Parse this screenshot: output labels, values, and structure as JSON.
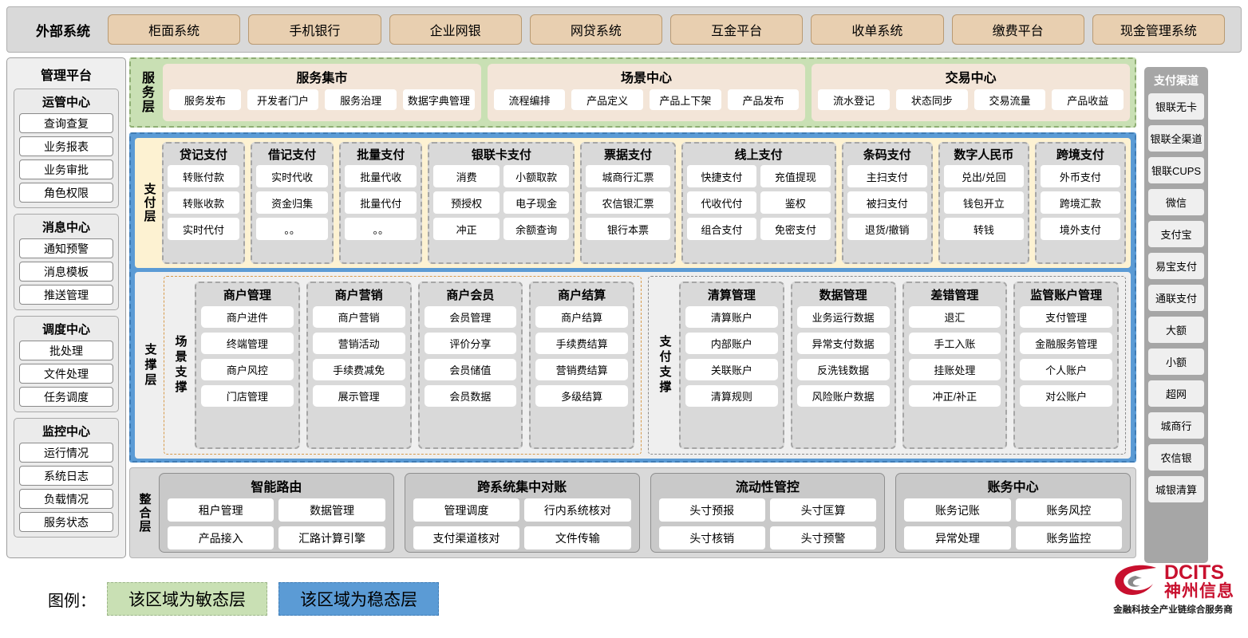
{
  "external": {
    "title": "外部系统",
    "items": [
      "柜面系统",
      "手机银行",
      "企业网银",
      "网贷系统",
      "互金平台",
      "收单系统",
      "缴费平台",
      "现金管理系统"
    ]
  },
  "management": {
    "title": "管理平台",
    "groups": [
      {
        "title": "运管中心",
        "items": [
          "查询查复",
          "业务报表",
          "业务审批",
          "角色权限"
        ]
      },
      {
        "title": "消息中心",
        "items": [
          "通知预警",
          "消息模板",
          "推送管理"
        ]
      },
      {
        "title": "调度中心",
        "items": [
          "批处理",
          "文件处理",
          "任务调度"
        ]
      },
      {
        "title": "监控中心",
        "items": [
          "运行情况",
          "系统日志",
          "负载情况",
          "服务状态"
        ]
      }
    ]
  },
  "channels": {
    "title": "支付渠道",
    "items": [
      "银联无卡",
      "银联全渠道",
      "银联CUPS",
      "微信",
      "支付宝",
      "易宝支付",
      "通联支付",
      "大额",
      "小额",
      "超网",
      "城商行",
      "农信银",
      "城银清算"
    ]
  },
  "service_layer": {
    "tag": "服务层",
    "cards": [
      {
        "title": "服务集市",
        "items": [
          "服务发布",
          "开发者门户",
          "服务治理",
          "数据字典管理"
        ]
      },
      {
        "title": "场景中心",
        "items": [
          "流程编排",
          "产品定义",
          "产品上下架",
          "产品发布"
        ]
      },
      {
        "title": "交易中心",
        "items": [
          "流水登记",
          "状态同步",
          "交易流量",
          "产品收益"
        ]
      }
    ]
  },
  "payment_layer": {
    "tag": "支付层",
    "cards": [
      {
        "title": "贷记支付",
        "cols": 1,
        "width": 90,
        "items": [
          "转账付款",
          "转账收款",
          "实时代付"
        ]
      },
      {
        "title": "借记支付",
        "cols": 1,
        "width": 90,
        "items": [
          "实时代收",
          "资金归集",
          "。。"
        ]
      },
      {
        "title": "批量支付",
        "cols": 1,
        "width": 90,
        "items": [
          "批量代收",
          "批量代付",
          "。。"
        ]
      },
      {
        "title": "银联卡支付",
        "cols": 2,
        "width": 170,
        "items": [
          "消费",
          "小额取款",
          "预授权",
          "电子现金",
          "冲正",
          "余额查询"
        ]
      },
      {
        "title": "票据支付",
        "cols": 1,
        "width": 105,
        "items": [
          "城商行汇票",
          "农信银汇票",
          "银行本票"
        ]
      },
      {
        "title": "线上支付",
        "cols": 2,
        "width": 180,
        "items": [
          "快捷支付",
          "充值提现",
          "代收代付",
          "鉴权",
          "组合支付",
          "免密支付"
        ]
      },
      {
        "title": "条码支付",
        "cols": 1,
        "width": 100,
        "items": [
          "主扫支付",
          "被扫支付",
          "退货/撤销"
        ]
      },
      {
        "title": "数字人民币",
        "cols": 1,
        "width": 100,
        "items": [
          "兑出/兑回",
          "钱包开立",
          "转钱"
        ]
      },
      {
        "title": "跨境支付",
        "cols": 1,
        "width": 100,
        "items": [
          "外币支付",
          "跨境汇款",
          "境外支付"
        ]
      }
    ]
  },
  "support_layer": {
    "tag": "支撑层",
    "sections": [
      {
        "tag": "场景支撑",
        "cards": [
          {
            "title": "商户管理",
            "items": [
              "商户进件",
              "终端管理",
              "商户风控",
              "门店管理"
            ]
          },
          {
            "title": "商户营销",
            "items": [
              "商户营销",
              "营销活动",
              "手续费减免",
              "展示管理"
            ]
          },
          {
            "title": "商户会员",
            "items": [
              "会员管理",
              "评价分享",
              "会员储值",
              "会员数据"
            ]
          },
          {
            "title": "商户结算",
            "items": [
              "商户结算",
              "手续费结算",
              "营销费结算",
              "多级结算"
            ]
          }
        ]
      },
      {
        "tag": "支付支撑",
        "cards": [
          {
            "title": "清算管理",
            "items": [
              "清算账户",
              "内部账户",
              "关联账户",
              "清算规则"
            ]
          },
          {
            "title": "数据管理",
            "items": [
              "业务运行数据",
              "异常支付数据",
              "反洗钱数据",
              "风险账户数据"
            ]
          },
          {
            "title": "差错管理",
            "items": [
              "退汇",
              "手工入账",
              "挂账处理",
              "冲正/补正"
            ]
          },
          {
            "title": "监管账户管理",
            "items": [
              "支付管理",
              "金融服务管理",
              "个人账户",
              "对公账户"
            ]
          }
        ]
      }
    ]
  },
  "integration_layer": {
    "tag": "整合层",
    "cards": [
      {
        "title": "智能路由",
        "items": [
          "租户管理",
          "数据管理",
          "产品接入",
          "汇路计算引擎"
        ]
      },
      {
        "title": "跨系统集中对账",
        "items": [
          "管理调度",
          "行内系统核对",
          "支付渠道核对",
          "文件传输"
        ]
      },
      {
        "title": "流动性管控",
        "items": [
          "头寸预报",
          "头寸匡算",
          "头寸核销",
          "头寸预警"
        ]
      },
      {
        "title": "账务中心",
        "items": [
          "账务记账",
          "账务风控",
          "异常处理",
          "账务监控"
        ]
      }
    ]
  },
  "legend": {
    "label": "图例：",
    "agile": "该区域为敏态层",
    "stable": "该区域为稳态层"
  },
  "logo": {
    "en": "DCITS",
    "cn": "神州信息",
    "tagline": "金融科技全产业链综合服务商"
  },
  "colors": {
    "agile_green": "#c9e0b4",
    "stable_blue": "#5b9bd5",
    "payment_cream": "#fdf2d2",
    "external_chip": "#e8cfb0",
    "card_gray": "#d9d9d9",
    "brand_red": "#c8102e"
  }
}
